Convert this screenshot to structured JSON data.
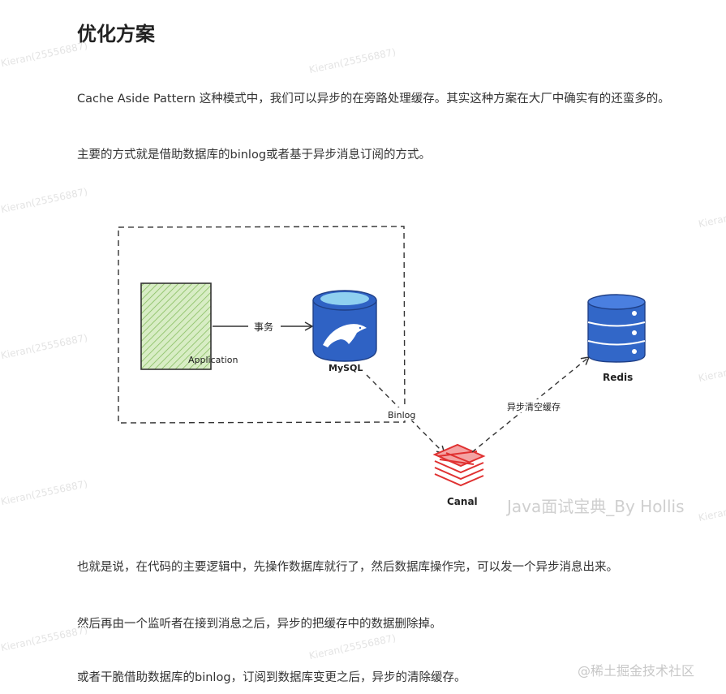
{
  "article": {
    "title": "优化方案",
    "paragraphs": [
      "Cache Aside Pattern 这种模式中，我们可以异步的在旁路处理缓存。其实这种方案在大厂中确实有的还蛮多的。",
      "主要的方式就是借助数据库的binlog或者基于异步消息订阅的方式。",
      "也就是说，在代码的主要逻辑中，先操作数据库就行了，然后数据库操作完，可以发一个异步消息出来。",
      "然后再由一个监听者在接到消息之后，异步的把缓存中的数据删除掉。",
      "或者干脆借助数据库的binlog，订阅到数据库变更之后，异步的清除缓存。"
    ]
  },
  "diagram": {
    "nodes": {
      "application": "Application",
      "mysql": "MySQL",
      "canal": "Canal",
      "redis": "Redis"
    },
    "edges": {
      "transaction": "事务",
      "binlog": "Binlog",
      "async_clear": "异步清空缓存"
    },
    "colors": {
      "application_fill": "#c9e4b0",
      "application_hatch": "#8fc36b",
      "mysql_blue": "#2f62c4",
      "mysql_top": "#8fd0f0",
      "canal_red": "#e03131",
      "redis_blue": "#3267c8"
    }
  },
  "watermark": {
    "user": "Kieran(25556887)",
    "brand": "Java面试宝典_By Hollis",
    "site": "@稀土掘金技术社区"
  }
}
